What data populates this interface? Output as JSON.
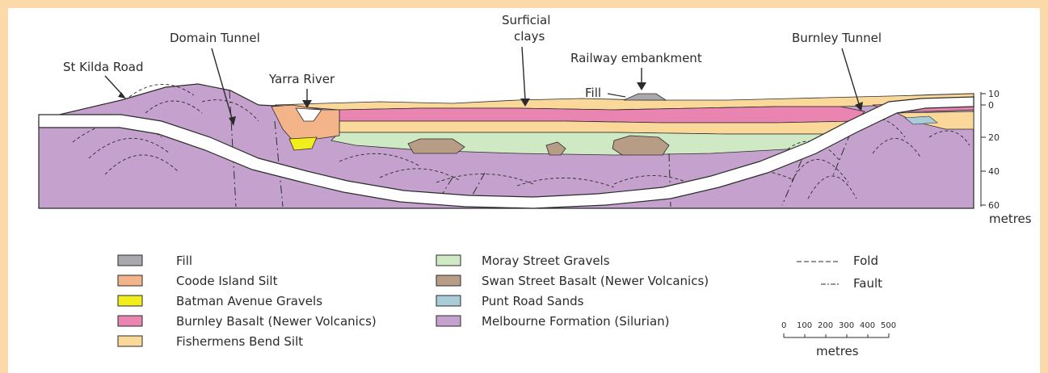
{
  "labels": {
    "st_kilda": "St Kilda Road",
    "domain_tunnel": "Domain Tunnel",
    "yarra": "Yarra River",
    "surficial_1": "Surficial",
    "surficial_2": "clays",
    "railway": "Railway embankment",
    "fill": "Fill",
    "burnley_tunnel": "Burnley Tunnel"
  },
  "depth_axis": {
    "ticks": [
      "10",
      "0",
      "20",
      "40",
      "60"
    ],
    "unit": "metres"
  },
  "legend": {
    "col1": [
      {
        "label": "Fill",
        "color": "#a9a9ad"
      },
      {
        "label": "Coode Island Silt",
        "color": "#f3b48a"
      },
      {
        "label": "Batman Avenue Gravels",
        "color": "#f2ee1c"
      },
      {
        "label": "Burnley Basalt (Newer Volcanics)",
        "color": "#ea84b0"
      },
      {
        "label": "Fishermens Bend Silt",
        "color": "#fad89a"
      }
    ],
    "col2": [
      {
        "label": "Moray Street Gravels",
        "color": "#cfe9c4"
      },
      {
        "label": "Swan Street Basalt (Newer Volcanics)",
        "color": "#b89d86"
      },
      {
        "label": "Punt Road Sands",
        "color": "#a9cdd8"
      },
      {
        "label": "Melbourne Formation (Silurian)",
        "color": "#c5a2cd"
      }
    ],
    "fold": "Fold",
    "fault": "Fault"
  },
  "scale_bar": {
    "ticks": [
      "0",
      "100",
      "200",
      "300",
      "400",
      "500"
    ],
    "unit": "metres"
  },
  "colors": {
    "background": "#fbd9a8",
    "melbourne_formation": "#c5a2cd",
    "tunnel": "#ffffff",
    "outline": "#2b2b2b"
  }
}
